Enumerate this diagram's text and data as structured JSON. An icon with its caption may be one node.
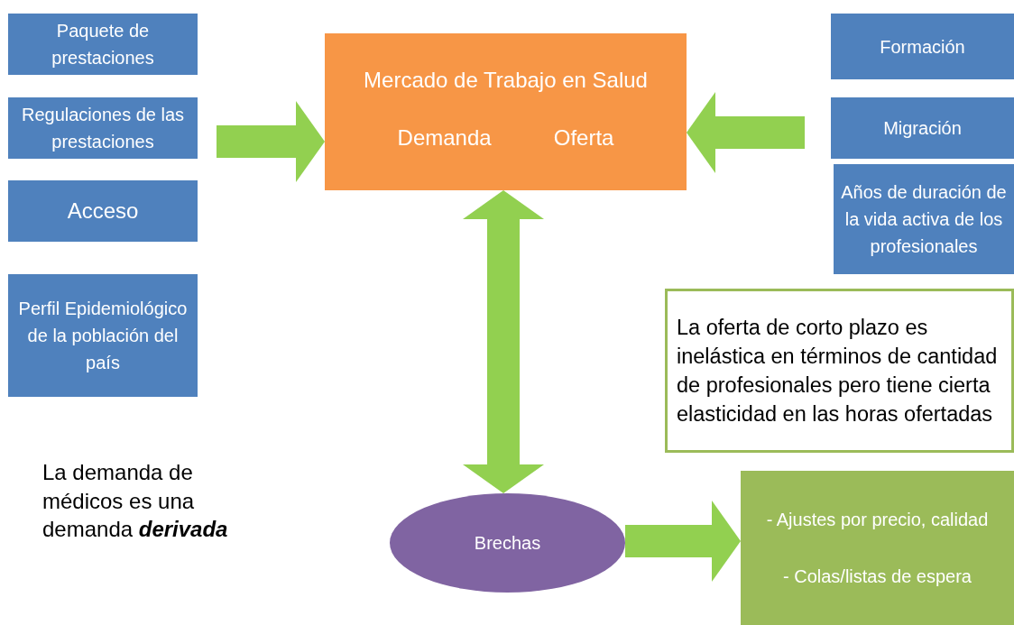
{
  "diagram": {
    "nodes": [
      {
        "text": [
          "Paquete de prestaciones"
        ]
      },
      {
        "text": [
          "Regulaciones de las prestaciones"
        ]
      },
      {
        "text": [
          "Acceso"
        ]
      },
      {
        "text": [
          "Perfil Epidemiológico de la población del país"
        ]
      },
      {
        "text": [
          "Mercado de Trabajo en Salud",
          "Demanda",
          "Oferta"
        ]
      },
      {
        "text": [
          "Formación"
        ]
      },
      {
        "text": [
          "Migración"
        ]
      },
      {
        "text": [
          "Años de duración de la vida activa de los profesionales"
        ]
      },
      {
        "text": [
          "La oferta de corto plazo es inelástica en términos de cantidad de profesionales pero tiene cierta elasticidad en las horas ofertadas"
        ]
      },
      {
        "text": [
          "Brechas"
        ]
      },
      {
        "text": [
          "- Ajustes por precio, calidad",
          "- Colas/listas de espera"
        ]
      }
    ],
    "edges": [
      {
        "from": null,
        "to": 4,
        "arrow": "to"
      },
      {
        "from": null,
        "to": 4,
        "arrow": "to"
      },
      {
        "from": 4,
        "to": 9,
        "arrow": "both"
      },
      {
        "from": 9,
        "to": 10,
        "arrow": "to"
      }
    ],
    "labels": [
      "La demanda de médicos es una demanda **derivada**"
    ]
  }
}
